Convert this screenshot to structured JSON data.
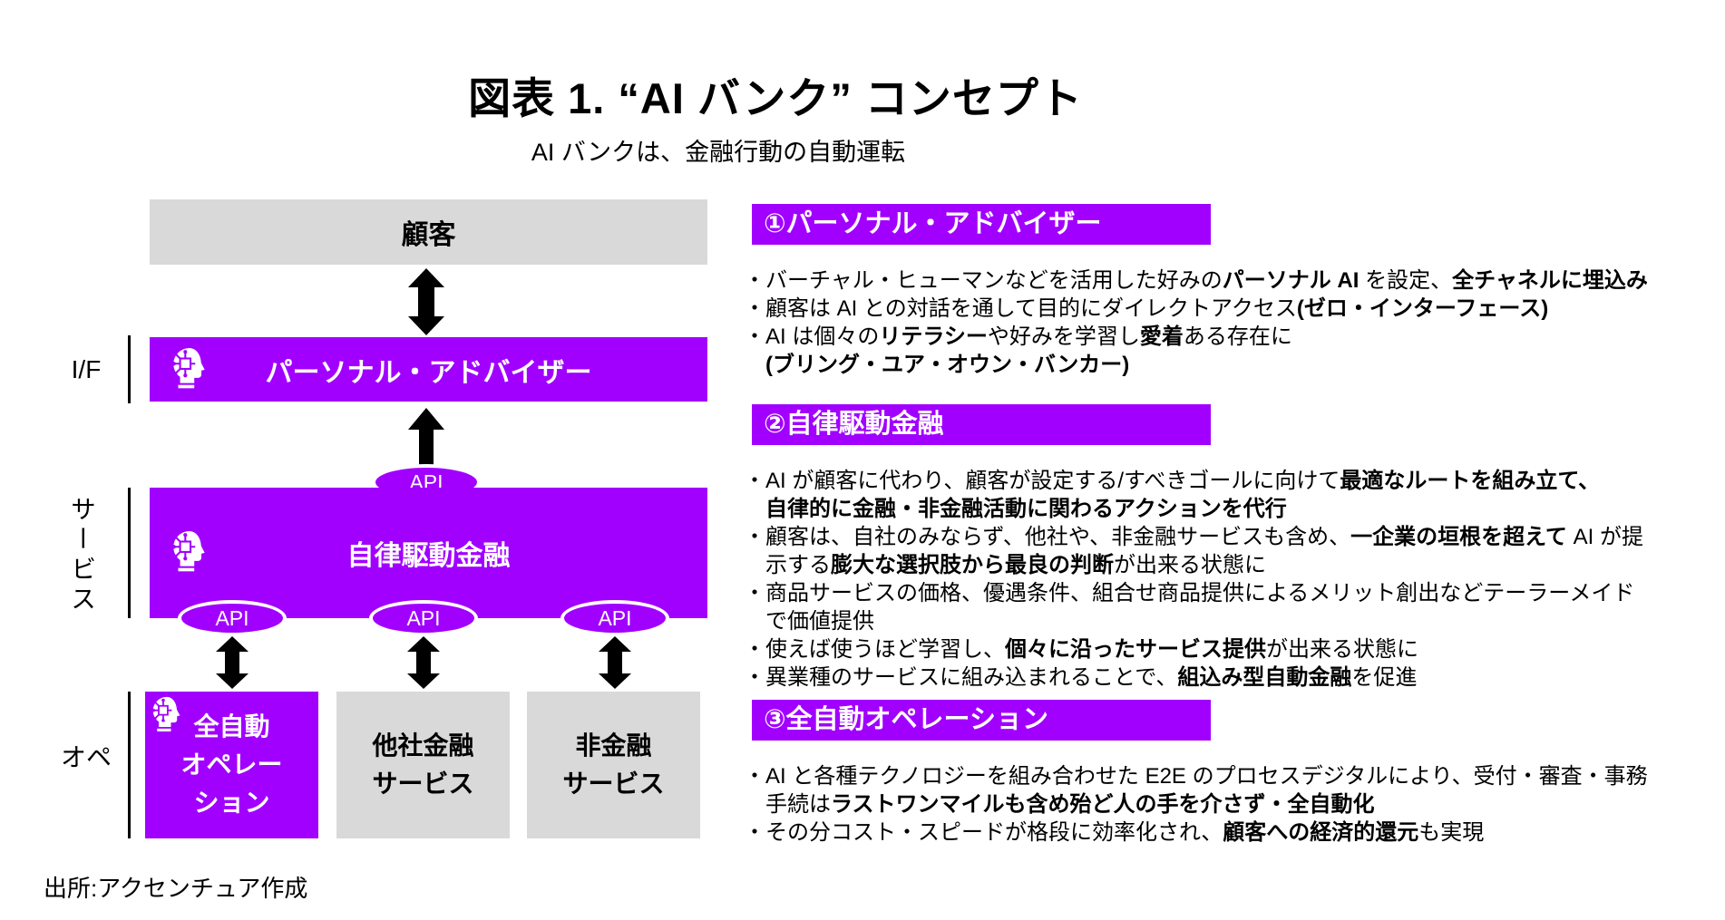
{
  "title": "図表 1. “AI バンク” コンセプト",
  "subtitle": "AI バンクは、金融行動の自動運転",
  "source": "出所:アクセンチュア作成",
  "bullet_char": "・",
  "colors": {
    "accent_purple": "#A100FF",
    "box_gray": "#D9D9D9",
    "arrow_black": "#000000"
  },
  "icons": {
    "ai_head": "white head profile with circuit-brain",
    "arrow": "black block arrow"
  },
  "diagram": {
    "customer": "顧客",
    "api_label": "API",
    "layer_if": "I/F",
    "layer_service": "サービス",
    "layer_ope": "オペ",
    "personal_advisor": "パーソナル・アドバイザー",
    "autonomous_finance": "自律駆動金融",
    "full_auto_operation": "全自動\nオペレー\nション",
    "other_company_finance": "他社金融\nサービス",
    "non_finance": "非金融\nサービス"
  },
  "sections": [
    {
      "header": "①パーソナル・アドバイザー",
      "lines": [
        {
          "bullet": true,
          "segments": [
            {
              "text": "バーチャル・ヒューマンなどを活用した好みの",
              "bold": false
            },
            {
              "text": "パーソナル AI ",
              "bold": true
            },
            {
              "text": "を設定、",
              "bold": false
            },
            {
              "text": "全チャネルに埋込み",
              "bold": true
            }
          ]
        },
        {
          "bullet": true,
          "segments": [
            {
              "text": "顧客は AI との対話を通して目的にダイレクトアクセス",
              "bold": false
            },
            {
              "text": "(ゼロ・インターフェース)",
              "bold": true
            }
          ]
        },
        {
          "bullet": true,
          "segments": [
            {
              "text": "AI は個々の",
              "bold": false
            },
            {
              "text": "リテラシー",
              "bold": true
            },
            {
              "text": "や好みを学習し",
              "bold": false
            },
            {
              "text": "愛着",
              "bold": true
            },
            {
              "text": "ある存在に",
              "bold": false
            }
          ]
        },
        {
          "bullet": false,
          "segments": [
            {
              "text": "(ブリング・ユア・オウン・バンカー)",
              "bold": true
            }
          ]
        }
      ]
    },
    {
      "header": "②自律駆動金融",
      "lines": [
        {
          "bullet": true,
          "segments": [
            {
              "text": "AI が顧客に代わり、顧客が設定する/すべきゴールに向けて",
              "bold": false
            },
            {
              "text": "最適なルートを組み立て、",
              "bold": true
            }
          ]
        },
        {
          "bullet": false,
          "segments": [
            {
              "text": "自律的に金融・非金融活動に関わるアクションを代行",
              "bold": true
            }
          ]
        },
        {
          "bullet": true,
          "segments": [
            {
              "text": "顧客は、自社のみならず、他社や、非金融サービスも含め、",
              "bold": false
            },
            {
              "text": "一企業の垣根を超えて",
              "bold": true
            },
            {
              "text": " AI が提",
              "bold": false
            }
          ]
        },
        {
          "bullet": false,
          "segments": [
            {
              "text": "示する",
              "bold": false
            },
            {
              "text": "膨大な選択肢から最良の判断",
              "bold": true
            },
            {
              "text": "が出来る状態に",
              "bold": false
            }
          ]
        },
        {
          "bullet": true,
          "segments": [
            {
              "text": "商品サービスの価格、優遇条件、組合せ商品提供によるメリット創出などテーラーメイド",
              "bold": false
            }
          ]
        },
        {
          "bullet": false,
          "segments": [
            {
              "text": "で価値提供",
              "bold": false
            }
          ]
        },
        {
          "bullet": true,
          "segments": [
            {
              "text": "使えば使うほど学習し、",
              "bold": false
            },
            {
              "text": "個々に沿ったサービス提供",
              "bold": true
            },
            {
              "text": "が出来る状態に",
              "bold": false
            }
          ]
        },
        {
          "bullet": true,
          "segments": [
            {
              "text": "異業種のサービスに組み込まれることで、",
              "bold": false
            },
            {
              "text": "組込み型自動金融",
              "bold": true
            },
            {
              "text": "を促進",
              "bold": false
            }
          ]
        }
      ]
    },
    {
      "header": "③全自動オペレーション",
      "lines": [
        {
          "bullet": true,
          "segments": [
            {
              "text": "AI と各種テクノロジーを組み合わせた E2E のプロセスデジタルにより、受付・審査・事務",
              "bold": false
            }
          ]
        },
        {
          "bullet": false,
          "segments": [
            {
              "text": "手続は",
              "bold": false
            },
            {
              "text": "ラストワンマイルも含め殆ど人の手を介さず・全自動化",
              "bold": true
            }
          ]
        },
        {
          "bullet": true,
          "segments": [
            {
              "text": "その分コスト・スピードが格段に効率化され、",
              "bold": false
            },
            {
              "text": "顧客への経済的還元",
              "bold": true
            },
            {
              "text": "も実現",
              "bold": false
            }
          ]
        }
      ]
    }
  ]
}
